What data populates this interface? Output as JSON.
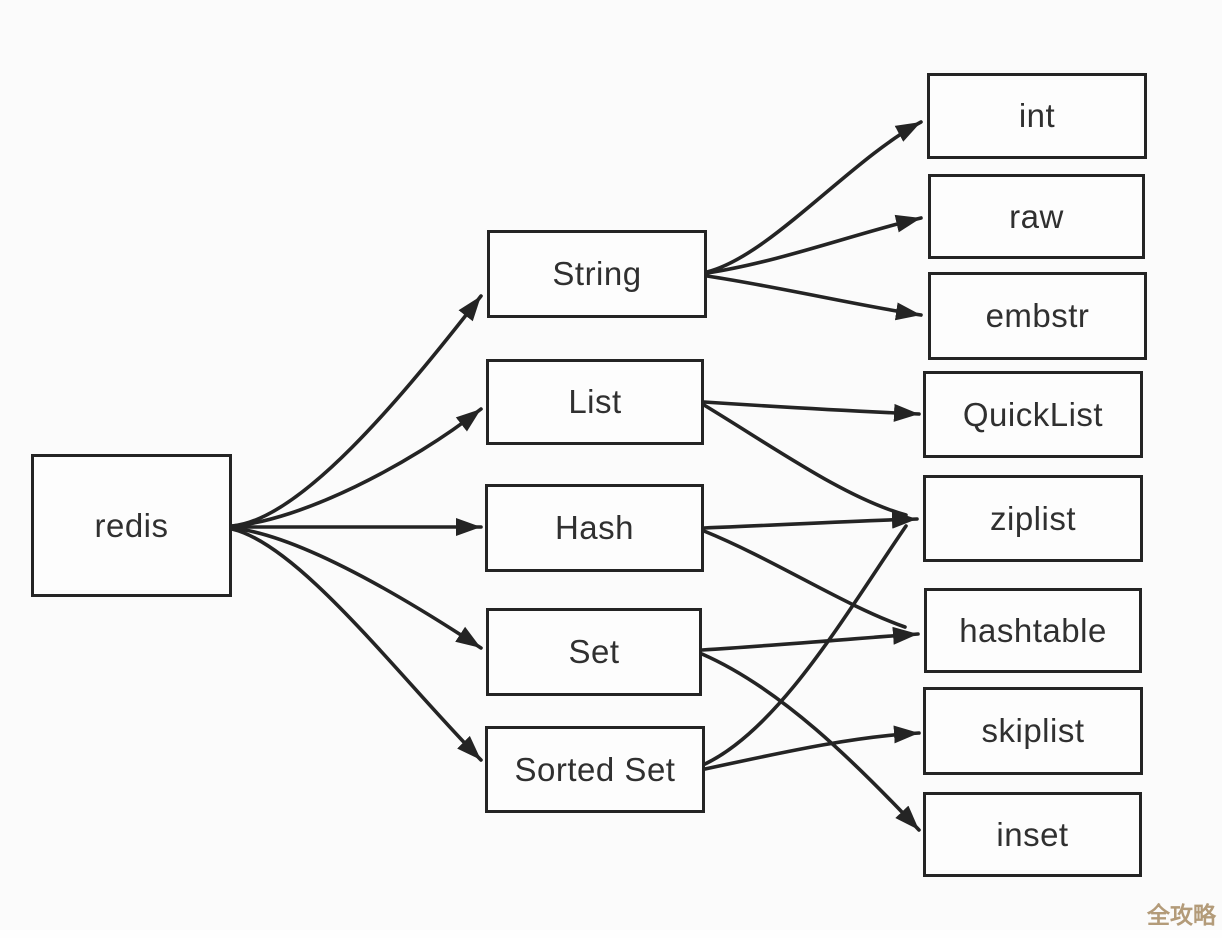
{
  "diagram": {
    "type": "tree",
    "colors": {
      "background": "#fbfbfb",
      "box_fill": "#fdfdfd",
      "box_border": "#242424",
      "line": "#242424",
      "text": "#303030",
      "watermark": "#b39b79"
    },
    "nodes": {
      "redis": {
        "label": "redis"
      },
      "string": {
        "label": "String"
      },
      "list": {
        "label": "List"
      },
      "hash": {
        "label": "Hash"
      },
      "set": {
        "label": "Set"
      },
      "sorted_set": {
        "label": "Sorted Set"
      },
      "int": {
        "label": "int"
      },
      "raw": {
        "label": "raw"
      },
      "embstr": {
        "label": "embstr"
      },
      "quicklist": {
        "label": "QuickList"
      },
      "ziplist": {
        "label": "ziplist"
      },
      "hashtable": {
        "label": "hashtable"
      },
      "skiplist": {
        "label": "skiplist"
      },
      "inset": {
        "label": "inset"
      }
    },
    "edges": [
      {
        "from": "redis",
        "to": "string"
      },
      {
        "from": "redis",
        "to": "list"
      },
      {
        "from": "redis",
        "to": "hash"
      },
      {
        "from": "redis",
        "to": "set"
      },
      {
        "from": "redis",
        "to": "sorted_set"
      },
      {
        "from": "string",
        "to": "int"
      },
      {
        "from": "string",
        "to": "raw"
      },
      {
        "from": "string",
        "to": "embstr"
      },
      {
        "from": "list",
        "to": "quicklist"
      },
      {
        "from": "list",
        "to": "ziplist"
      },
      {
        "from": "hash",
        "to": "ziplist"
      },
      {
        "from": "hash",
        "to": "hashtable"
      },
      {
        "from": "set",
        "to": "hashtable"
      },
      {
        "from": "set",
        "to": "inset"
      },
      {
        "from": "sorted_set",
        "to": "ziplist"
      },
      {
        "from": "sorted_set",
        "to": "skiplist"
      }
    ]
  },
  "watermark": {
    "text": "全攻略"
  }
}
